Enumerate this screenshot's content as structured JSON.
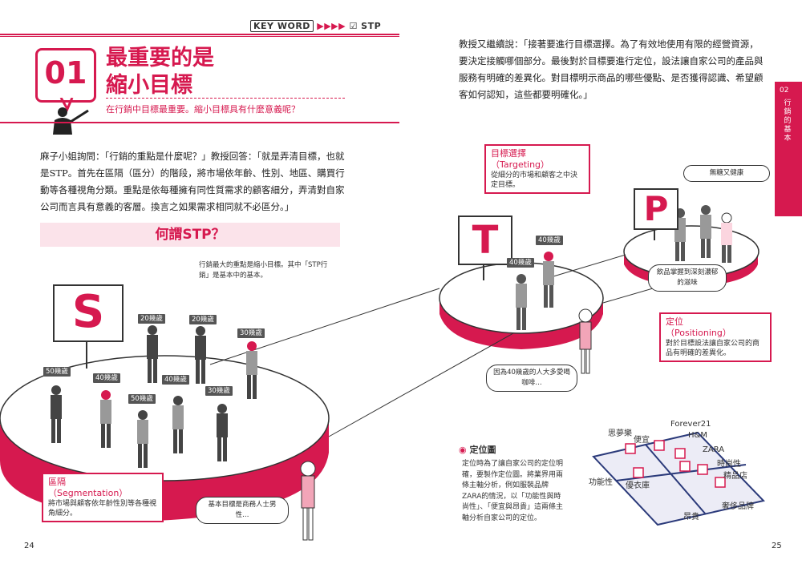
{
  "keyword": {
    "label": "KEY WORD",
    "arrows": "▶▶▶▶",
    "check": "☑",
    "term": "STP"
  },
  "section": {
    "number": "01",
    "title_line1": "最重要的是",
    "title_line2": "縮小目標",
    "subtitle": "在行銷中目標最重要。縮小目標具有什麼意義呢？"
  },
  "paragraph_left": "麻子小姐詢問：「行銷的重點是什麼呢？」教授回答：「就是弄清目標，也就是STP。首先在區隔（區分）的階段，將市場依年齡、性別、地區、購買行動等各種視角分類。重點是依每種擁有同性質需求的顧客細分，弄清對自家公司而言具有意義的客層。換言之如果需求相同就不必區分。」",
  "paragraph_right": "教授又繼續說：「接著要進行目標選擇。為了有效地使用有限的經營資源，要決定接觸哪個部分。最後對於目標要進行定位，設法讓自家公司的產品與服務有明確的差異化。對目標明示商品的哪些優點、是否獲得認識、希望顧客如何認知，這些都要明確化。」",
  "band_title": "何謂STP？",
  "caption": "行銷最大的重點是縮小目標。其中「STP行銷」是基本中的基本。",
  "letters": {
    "s": "S",
    "t": "T",
    "p": "P"
  },
  "age_tags": {
    "s": [
      "20幾歲",
      "20幾歲",
      "30幾歲",
      "50幾歲",
      "40幾歲",
      "40幾歲",
      "50幾歲",
      "30幾歲"
    ],
    "t": [
      "40幾歲",
      "40幾歲"
    ]
  },
  "callouts": {
    "segmentation": {
      "title": "區隔",
      "title_en": "（Segmentation）",
      "text": "將市場與顧客依年齡性別等各種視角細分。"
    },
    "targeting": {
      "title": "目標選擇",
      "title_en": "（Targeting）",
      "text": "從細分的市場和顧客之中決定目標。"
    },
    "positioning": {
      "title": "定位",
      "title_en": "（Positioning）",
      "text": "對於目標設法讓自家公司的商品有明確的差異化。"
    }
  },
  "bubbles": {
    "s": "基本目標是商務人士男性…",
    "t": "因為40幾歲的人大多愛喝咖啡…",
    "p_top": "無糖又健康",
    "p_mid": "飲品掌握到深刻濃郁的滋味"
  },
  "side_tab": {
    "number": "02",
    "text": "行銷的基本"
  },
  "map": {
    "title": "定位圖",
    "icon": "target-icon",
    "text": "定位時為了讓自家公司的定位明確，要製作定位圖。將業界用兩條主軸分析，例如服裝品牌ZARA的情況，以「功能性與時尚性」、「便宜與昂貴」這兩條主軸分析自家公司的定位。",
    "labels": [
      "思夢樂",
      "便宜",
      "Forever21",
      "H&M",
      "ZARA",
      "時尚性",
      "精品店",
      "功能性",
      "優衣庫",
      "奢侈品牌",
      "昂貴"
    ]
  },
  "pages": {
    "left": "24",
    "right": "25"
  },
  "colors": {
    "accent": "#d6194f",
    "band": "#fbe3ea"
  }
}
